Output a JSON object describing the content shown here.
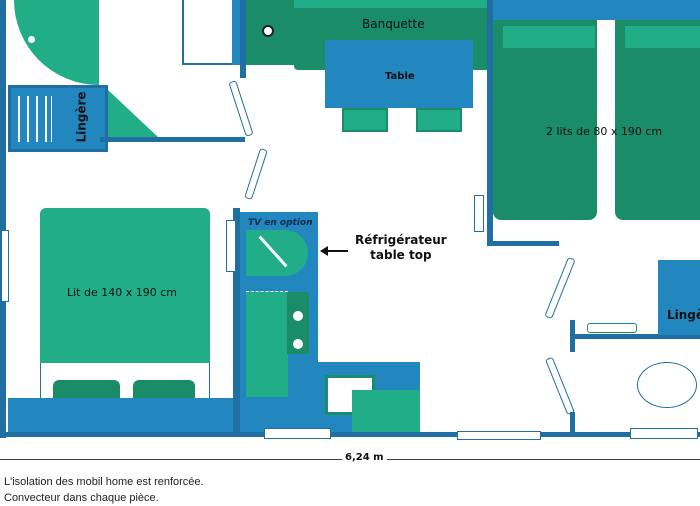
{
  "labels": {
    "banquette": "Banquette",
    "table": "Table",
    "beds_right": "2 lits de 80 x 190 cm",
    "linen_left": "Lingère",
    "linen_right": "Lingère",
    "bed_left": "Lit de 140 x 190 cm",
    "tv": "TV en option",
    "fridge_line1": "Réfrigérateur",
    "fridge_line2": "table top"
  },
  "dimension": "6,24 m",
  "notes": [
    "L'isolation des mobil home est renforcée.",
    "Convecteur dans chaque pièce."
  ],
  "colors": {
    "blue": "#2387bf",
    "green": "#21ad87",
    "dark_green": "#1a8c68",
    "wall": "#1f6fa3"
  }
}
